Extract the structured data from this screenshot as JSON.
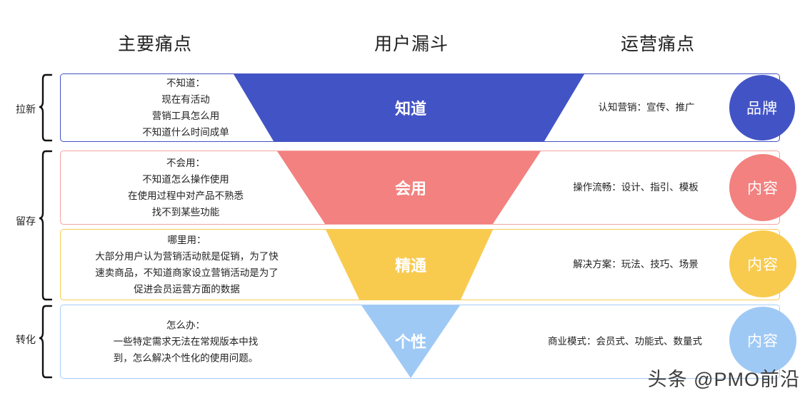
{
  "headers": {
    "pain_points": "主要痛点",
    "funnel": "用户漏斗",
    "ops_pain_points": "运营痛点"
  },
  "stages": [
    {
      "label": "拉新"
    },
    {
      "label": "留存"
    },
    {
      "label": "转化"
    }
  ],
  "rows": [
    {
      "funnel_label": "知道",
      "pain_text": "不知道：\n现在有活动\n营销工具怎么用\n不知道什么时间成单",
      "ops_text": "认知营销：宣传、推广",
      "circle_label": "品牌",
      "color": "#4254c5",
      "border_color": "#4254c5"
    },
    {
      "funnel_label": "会用",
      "pain_text": "不会用：\n不知道怎么操作使用\n在使用过程中对产品不熟悉\n找不到某些功能",
      "ops_text": "操作流畅：设计、指引、模板",
      "circle_label": "内容",
      "color": "#f2817f",
      "border_color": "#f4a3a1"
    },
    {
      "funnel_label": "精通",
      "pain_text": "哪里用：\n大部分用户认为营销活动就是促销，为了快\n速卖商品，不知道商家设立营销活动是为了\n促进会员运营方面的数据",
      "ops_text": "解决方案：玩法、技巧、场景",
      "circle_label": "内容",
      "color": "#f8cb4f",
      "border_color": "#f8cb4f"
    },
    {
      "funnel_label": "个性",
      "pain_text": "怎么办：\n一些特定需求无法在常规版本中找\n到，怎么解决个性化的使用问题。",
      "ops_text": "商业模式：会员式、功能式、数量式",
      "circle_label": "内容",
      "color": "#9fc9f5",
      "border_color": "#a8cef7"
    }
  ],
  "watermark": "头条 @PMO前沿"
}
